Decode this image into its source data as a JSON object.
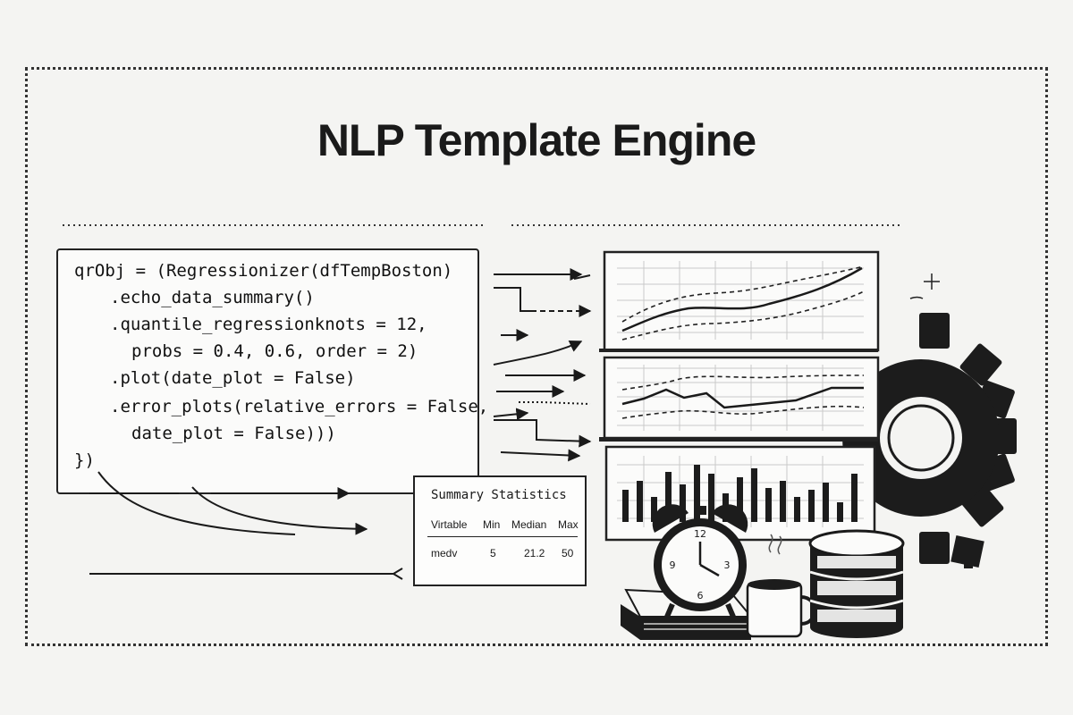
{
  "title": "NLP Template Engine",
  "code": {
    "lines": [
      "qrObj = (Regressionizer(dfTempBoston)",
      ".echo_data_summary()",
      ".quantile_regressionknots = 12,",
      "probs = 0.4, 0.6, order = 2)",
      ".plot(date_plot = False)",
      ".error_plots(relative_errors = False,",
      "date_plot = False)))",
      "})"
    ]
  },
  "summary": {
    "title": "Summary Statistics",
    "headers": [
      "Virtable",
      "Min",
      "Median",
      "Max"
    ],
    "row": [
      "medv",
      "5",
      "21.2",
      "50"
    ]
  },
  "icons": [
    "gear-icon",
    "alarm-clock-icon",
    "book-icon",
    "coffee-mug-icon",
    "database-icon",
    "sparkle-icon"
  ],
  "colors": {
    "ink": "#1a1a1a",
    "paper": "#f4f4f2"
  }
}
